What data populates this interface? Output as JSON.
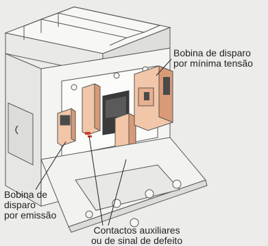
{
  "labels": {
    "undervoltage": {
      "line1": "Bobina de disparo",
      "line2": "por mínima tensão"
    },
    "shunt": {
      "line1": "Bobina de",
      "line2": "disparo",
      "line3": "por emissão"
    },
    "auxiliary": {
      "line1": "Contactos auxiliares",
      "line2": "ou de sinal de defeito"
    }
  },
  "colors": {
    "background": "#ececea",
    "body_fill": "#f7f7f5",
    "outline": "#555555",
    "accessory_fill": "#f2c6a8",
    "accessory_dark": "#d99a78",
    "slot_dark": "#3a3a3a",
    "leader": "#222222",
    "red_contact": "#d23a2a"
  }
}
